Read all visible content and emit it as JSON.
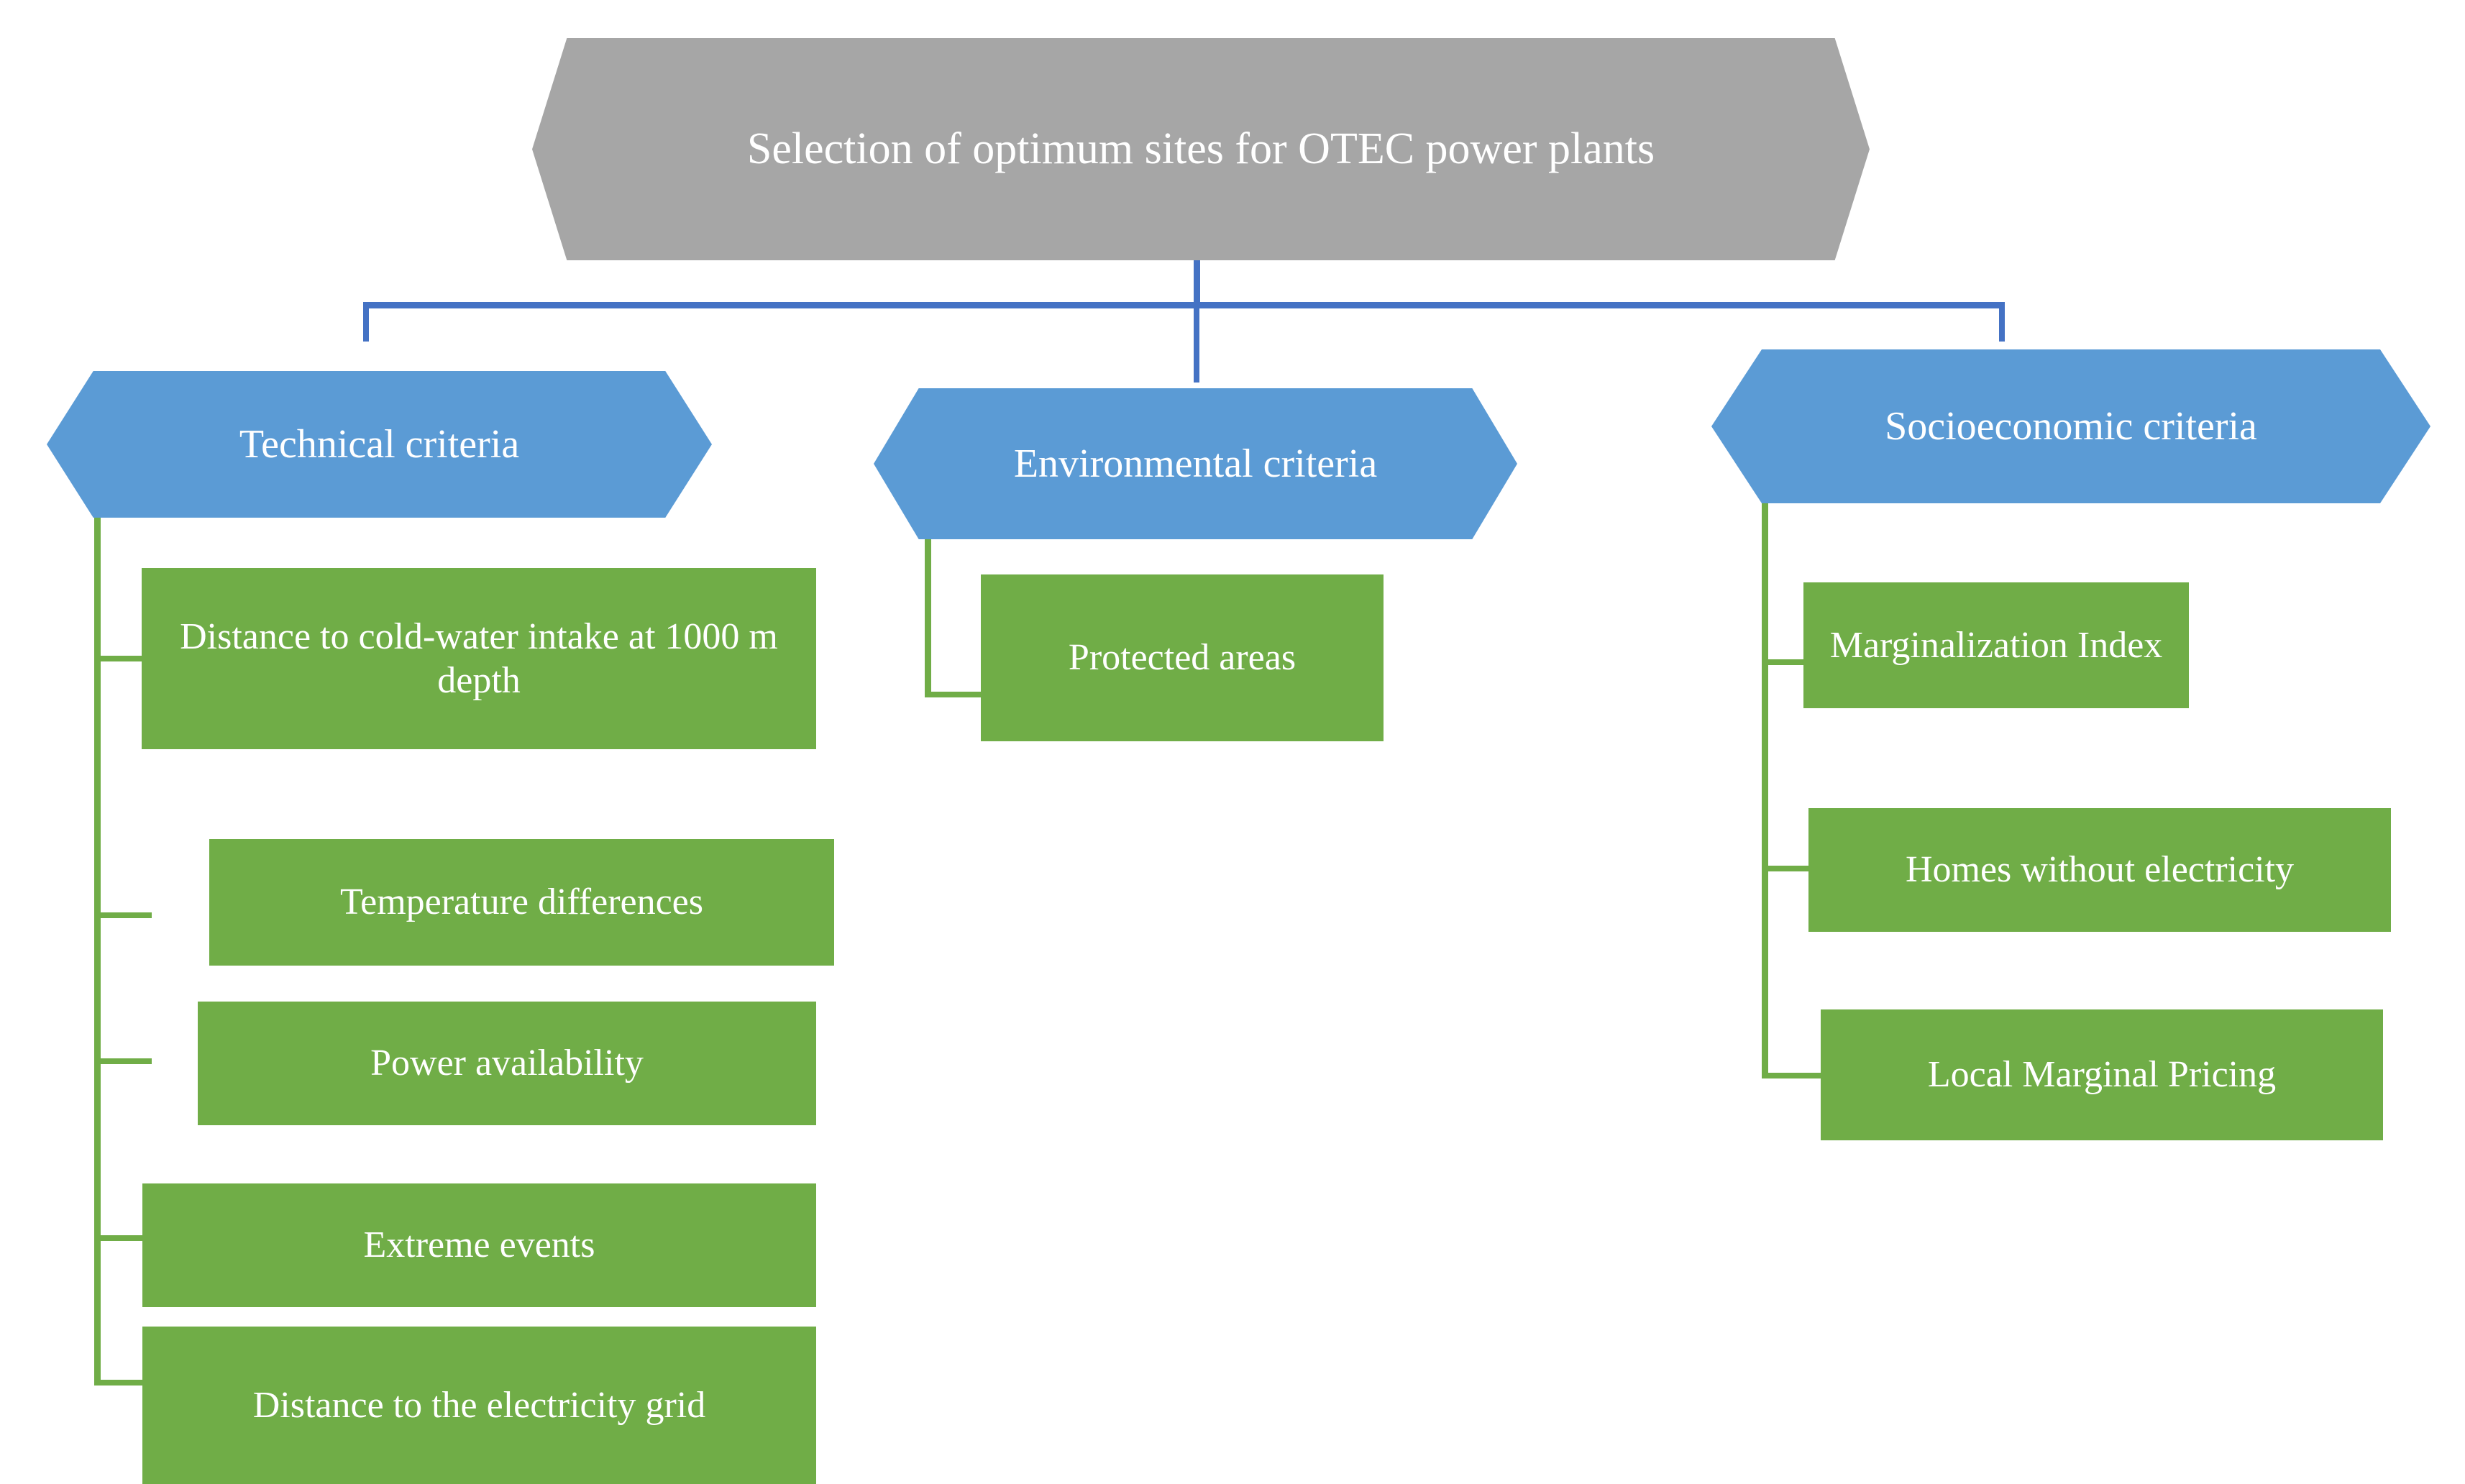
{
  "diagram": {
    "title": "Selection of optimum sites for OTEC power plants",
    "colors": {
      "title_fill": "#A6A6A6",
      "category_fill": "#5B9BD5",
      "leaf_fill": "#70AD47",
      "blue_connector": "#4472C4",
      "green_connector": "#70AD47",
      "text": "#FFFFFF",
      "background": "#FFFFFF"
    },
    "branches": [
      {
        "label": "Technical criteria",
        "criteria": [
          "Distance to cold-water intake at 1000 m depth",
          "Temperature differences",
          "Power availability",
          "Extreme events",
          "Distance to the electricity grid"
        ]
      },
      {
        "label": "Environmental criteria",
        "criteria": [
          "Protected areas"
        ]
      },
      {
        "label": "Socioeconomic criteria",
        "criteria": [
          "Marginalization Index",
          "Homes without electricity",
          "Local Marginal Pricing"
        ]
      }
    ]
  }
}
